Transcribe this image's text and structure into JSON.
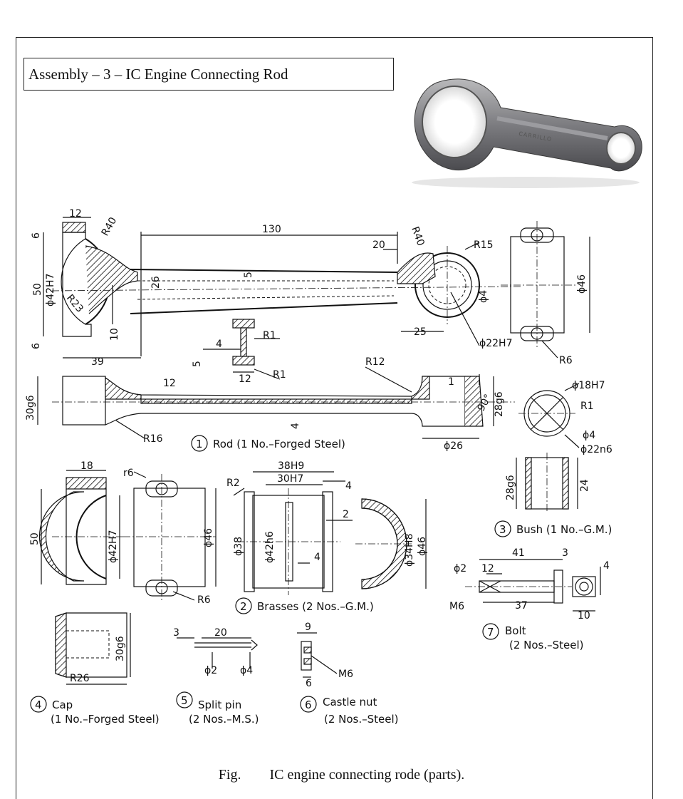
{
  "title": "Assembly – 3 – IC Engine Connecting Rod",
  "caption": "Fig.        IC engine connecting rode (parts).",
  "photo": {
    "brand_text": "CARRILLO"
  },
  "dims": {
    "d12a": "12",
    "d6a": "6",
    "r40a": "R40",
    "d130": "130",
    "r40b": "R40",
    "d20": "20",
    "r15": "R15",
    "d50a": "50",
    "phi42h7a": "ϕ42H7",
    "r23": "R23",
    "d26": "26",
    "d5a": "5",
    "phi46a": "ϕ46",
    "phi4a": "ϕ4",
    "d6b": "6",
    "d10a": "10",
    "d39": "39",
    "d25": "25",
    "phi22h7": "ϕ22H7",
    "r6a": "R6",
    "r1a": "R1",
    "d4a": "4",
    "d5b": "5",
    "d12b": "12",
    "r1b": "R1",
    "r12": "R12",
    "d30g6a": "30g6",
    "d12c": "12",
    "d1": "1",
    "d90": "90°",
    "d28g6a": "28g6",
    "r16": "R16",
    "d4b": "4",
    "phi26": "ϕ26",
    "phi18h7": "ϕ18H7",
    "r1c": "R1",
    "phi4b": "ϕ4",
    "phi22n6": "ϕ22n6",
    "d28g6b": "28g6",
    "d24": "24",
    "d18": "18",
    "r6b": "r6",
    "d50b": "50",
    "phi42h7b": "ϕ42H7",
    "phi46b": "ϕ46",
    "r6c": "R6",
    "r2": "R2",
    "d38h9": "38H9",
    "d30h7": "30H7",
    "d4c": "4",
    "d2a": "2",
    "phi38": "ϕ38",
    "phi42h6": "ϕ42h6",
    "d4d": "4",
    "phi34h8": "ϕ34H8",
    "phi46c": "ϕ46",
    "d41": "41",
    "d3a": "3",
    "d4e": "4",
    "phi2a": "ϕ2",
    "d12d": "12",
    "m6a": "M6",
    "d37": "37",
    "d10b": "10",
    "d30g6b": "30g6",
    "r26": "R26",
    "d3b": "3",
    "d20b": "20",
    "phi2b": "ϕ2",
    "phi4c": "ϕ4",
    "d9": "9",
    "d6c": "6",
    "m6b": "M6"
  },
  "parts": [
    {
      "num": "1",
      "label": "Rod (1 No.–Forged Steel)"
    },
    {
      "num": "2",
      "label": "Brasses (2 Nos.–G.M.)"
    },
    {
      "num": "3",
      "label": "Bush (1 No.–G.M.)"
    },
    {
      "num": "4",
      "label": "Cap",
      "sub": "(1 No.–Forged Steel)"
    },
    {
      "num": "5",
      "label": "Split pin",
      "sub": "(2 Nos.–M.S.)"
    },
    {
      "num": "6",
      "label": "Castle nut",
      "sub": "(2 Nos.–Steel)"
    },
    {
      "num": "7",
      "label": "Bolt",
      "sub": "(2 Nos.–Steel)"
    }
  ]
}
